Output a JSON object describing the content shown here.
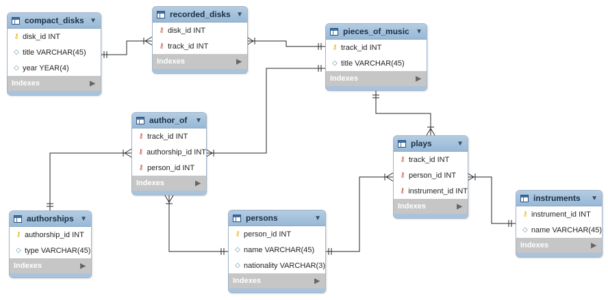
{
  "diagram": {
    "toggle_glyph": "▼",
    "indexes_arrow": "▶",
    "tables": [
      {
        "name": "compact_disks",
        "columns": [
          {
            "text": "disk_id INT",
            "kind": "pk"
          },
          {
            "text": "title VARCHAR(45)",
            "kind": "attr"
          },
          {
            "text": "year YEAR(4)",
            "kind": "attr"
          }
        ],
        "indexes_label": "Indexes"
      },
      {
        "name": "recorded_disks",
        "columns": [
          {
            "text": "disk_id INT",
            "kind": "fk"
          },
          {
            "text": "track_id INT",
            "kind": "fk"
          }
        ],
        "indexes_label": "Indexes"
      },
      {
        "name": "pieces_of_music",
        "columns": [
          {
            "text": "track_id INT",
            "kind": "pk"
          },
          {
            "text": "title VARCHAR(45)",
            "kind": "attr"
          }
        ],
        "indexes_label": "Indexes"
      },
      {
        "name": "author_of",
        "columns": [
          {
            "text": "track_id INT",
            "kind": "fk"
          },
          {
            "text": "authorship_id INT",
            "kind": "fk"
          },
          {
            "text": "person_id INT",
            "kind": "fk"
          }
        ],
        "indexes_label": "Indexes"
      },
      {
        "name": "plays",
        "columns": [
          {
            "text": "track_id INT",
            "kind": "fk"
          },
          {
            "text": "person_id INT",
            "kind": "fk"
          },
          {
            "text": "instrument_id INT",
            "kind": "fk"
          }
        ],
        "indexes_label": "Indexes"
      },
      {
        "name": "authorships",
        "columns": [
          {
            "text": "authorship_id INT",
            "kind": "pk"
          },
          {
            "text": "type VARCHAR(45)",
            "kind": "attr"
          }
        ],
        "indexes_label": "Indexes"
      },
      {
        "name": "persons",
        "columns": [
          {
            "text": "person_id INT",
            "kind": "pk"
          },
          {
            "text": "name VARCHAR(45)",
            "kind": "attr"
          },
          {
            "text": "nationality VARCHAR(3)",
            "kind": "attr"
          }
        ],
        "indexes_label": "Indexes"
      },
      {
        "name": "instruments",
        "columns": [
          {
            "text": "instrument_id INT",
            "kind": "pk"
          },
          {
            "text": "name VARCHAR(45)",
            "kind": "attr"
          }
        ],
        "indexes_label": "Indexes"
      }
    ],
    "relationships": [
      {
        "from": "compact_disks",
        "to": "recorded_disks",
        "from_end": "one",
        "to_end": "many"
      },
      {
        "from": "pieces_of_music",
        "to": "recorded_disks",
        "from_end": "one",
        "to_end": "many"
      },
      {
        "from": "pieces_of_music",
        "to": "author_of",
        "from_end": "one",
        "to_end": "many"
      },
      {
        "from": "pieces_of_music",
        "to": "plays",
        "from_end": "one",
        "to_end": "many"
      },
      {
        "from": "authorships",
        "to": "author_of",
        "from_end": "one",
        "to_end": "many"
      },
      {
        "from": "persons",
        "to": "author_of",
        "from_end": "one",
        "to_end": "many"
      },
      {
        "from": "persons",
        "to": "plays",
        "from_end": "one",
        "to_end": "many"
      },
      {
        "from": "instruments",
        "to": "plays",
        "from_end": "one",
        "to_end": "many"
      }
    ]
  }
}
